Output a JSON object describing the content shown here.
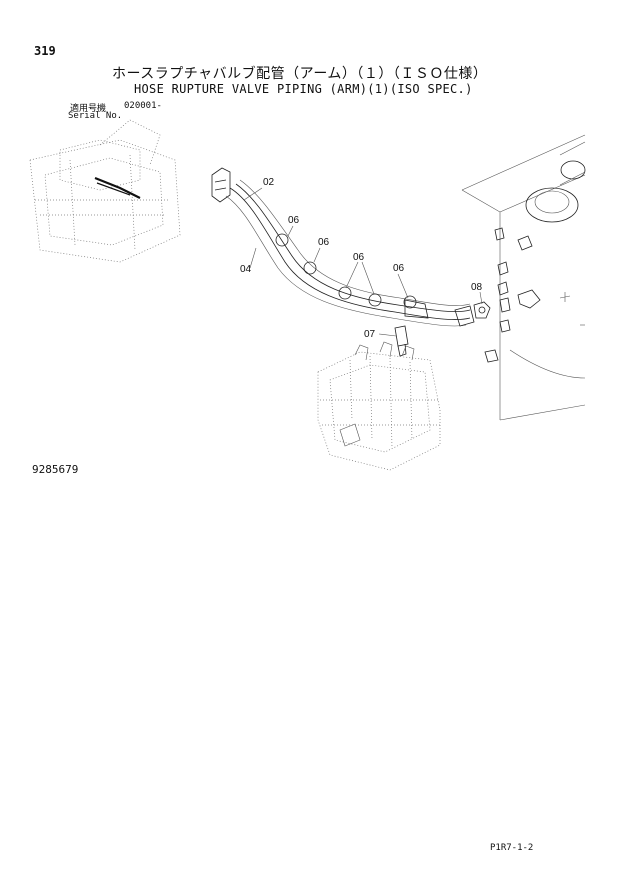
{
  "header": {
    "page_number": "319",
    "title_jp": "ホースラプチャバルブ配管（アーム）（１）（ＩＳＯ仕様）",
    "title_en": "HOSE RUPTURE VALVE PIPING (ARM)(1)(ISO SPEC.)",
    "serial_label_jp": "適用号機",
    "serial_value": "020001-",
    "serial_label_en": "Serial No."
  },
  "callouts": {
    "c02": "02",
    "c04": "04",
    "c06a": "06",
    "c06b": "06",
    "c06c": "06",
    "c06d": "06",
    "c07": "07",
    "c08": "08"
  },
  "footer": {
    "drawing_number": "9285679",
    "page_code": "P1R7-1-2"
  }
}
